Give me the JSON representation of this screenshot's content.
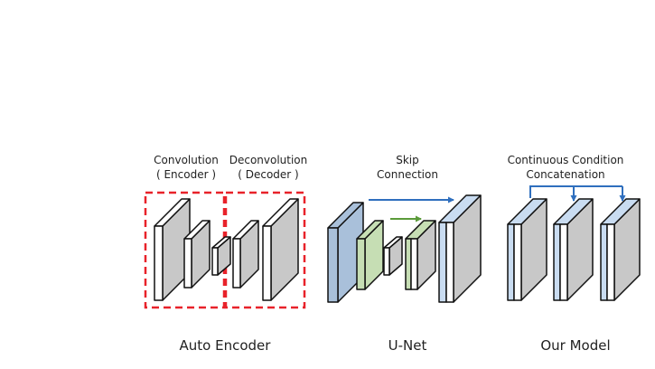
{
  "colors": {
    "gray": "#c8c8c8",
    "white": "#ffffff",
    "blue": "#c9dcf1",
    "steel": "#a9c0da",
    "green": "#c6deb4",
    "arrow_blue": "#2f6fbe",
    "arrow_green": "#5b9b3a",
    "dash_red": "#e8222a",
    "stroke": "#111111"
  },
  "autoencoder": {
    "label_encoder": "Convolution",
    "label_encoder_sub": "( Encoder )",
    "label_decoder": "Deconvolution",
    "label_decoder_sub": "( Decoder )",
    "caption": "Auto Encoder"
  },
  "unet": {
    "label_line1": "Skip",
    "label_line2": "Connection",
    "caption": "U-Net"
  },
  "ours": {
    "label_line1": "Continuous Condition",
    "label_line2": "Concatenation",
    "caption": "Our Model"
  }
}
